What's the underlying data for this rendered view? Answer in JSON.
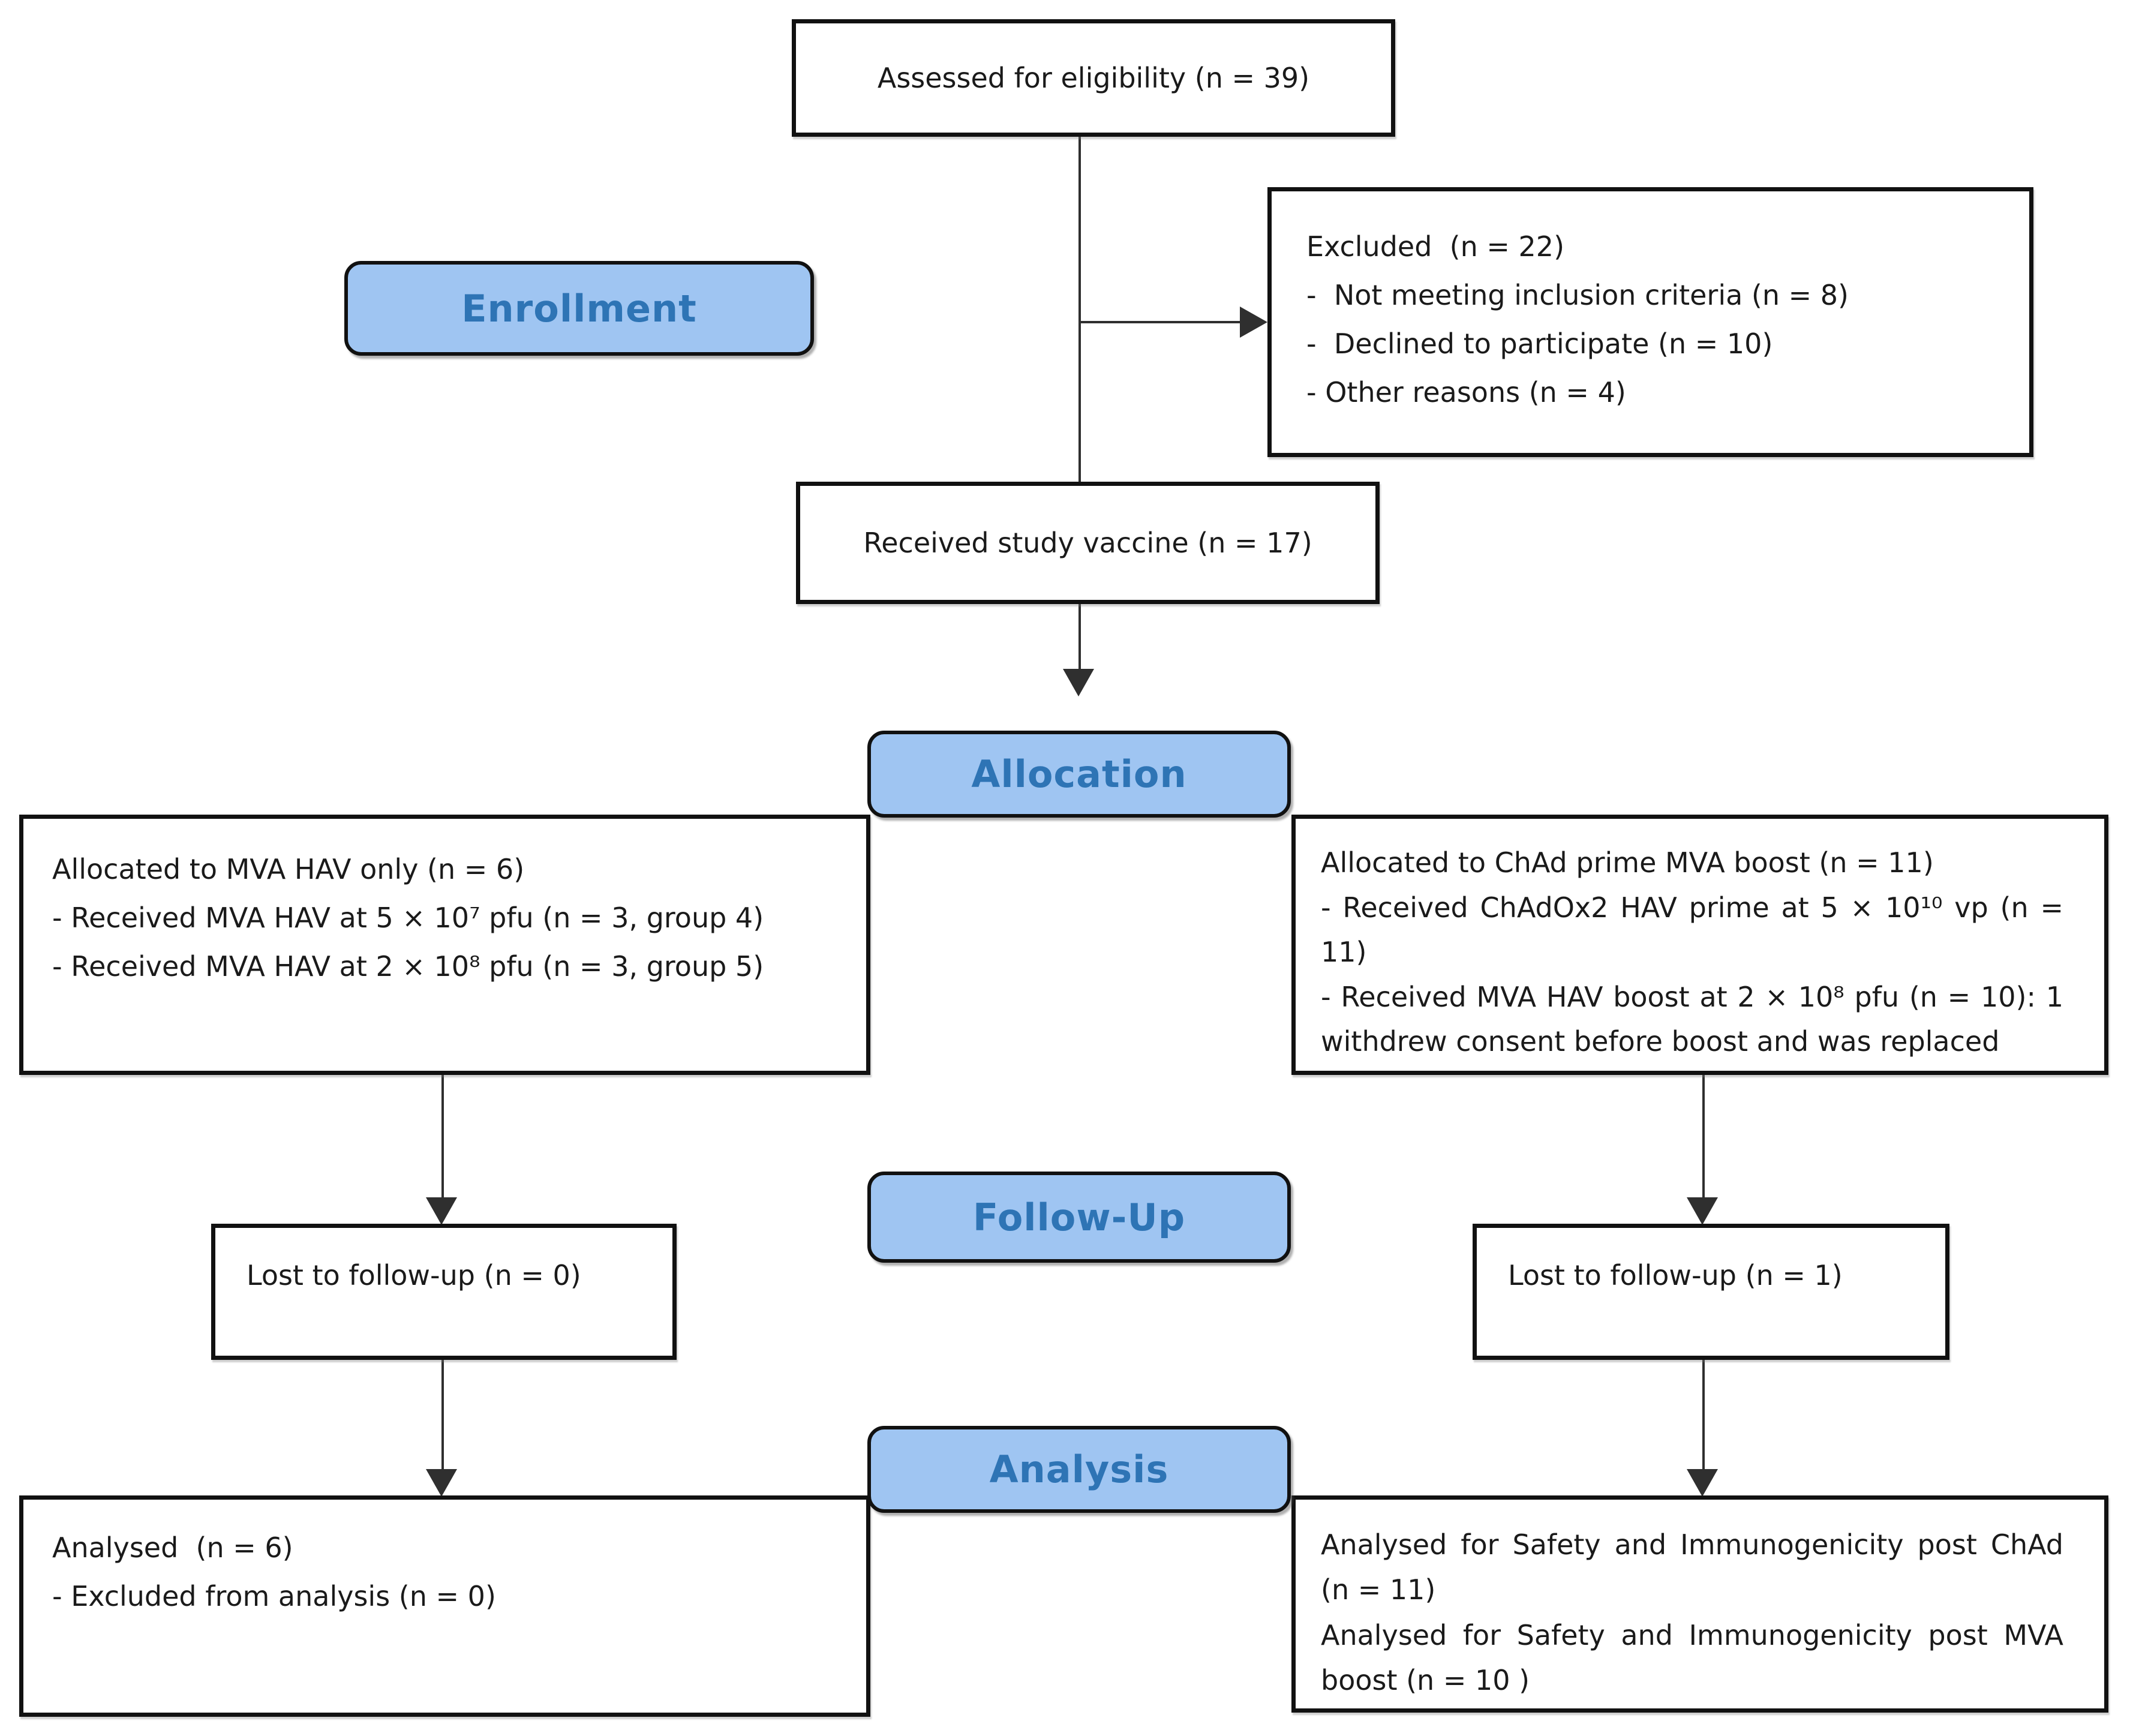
{
  "stages": {
    "enrollment": "Enrollment",
    "allocation": "Allocation",
    "followup": "Follow-Up",
    "analysis": "Analysis"
  },
  "boxes": {
    "assessed": {
      "text": "Assessed for eligibility (n = 39)"
    },
    "excluded": {
      "lines": [
        "Excluded  (n = 22)",
        "-  Not meeting inclusion criteria (n = 8)",
        "-  Declined to participate (n = 10)",
        "- Other reasons (n = 4)"
      ]
    },
    "received": {
      "text": "Received study vaccine (n = 17)"
    },
    "alloc_left": {
      "lines": [
        "Allocated to MVA HAV only (n = 6)",
        "- Received MVA HAV at 5 × 10⁷ pfu (n = 3, group 4)",
        "- Received MVA HAV at 2 × 10⁸ pfu (n = 3, group 5)"
      ]
    },
    "alloc_right": {
      "lines": [
        "Allocated to ChAd prime MVA boost (n = 11)",
        "- Received ChAdOx2 HAV prime at 5 × 10¹⁰ vp (n = 11)",
        "- Received MVA HAV boost at 2 × 10⁸ pfu (n = 10): 1 withdrew consent before boost and was replaced"
      ]
    },
    "lost_left": {
      "text": "Lost to follow-up (n = 0)"
    },
    "lost_right": {
      "text": "Lost to follow-up (n = 1)"
    },
    "analysed_left": {
      "lines": [
        "Analysed  (n = 6)",
        "- Excluded from analysis (n = 0)"
      ]
    },
    "analysed_right": {
      "lines": [
        "Analysed for Safety and Immunogenicity post ChAd (n = 11)",
        "Analysed for Safety and Immunogenicity post MVA boost (n = 10 )"
      ]
    }
  },
  "colors": {
    "stage_fill": "#9FC5F2",
    "stage_text": "#2E74B5",
    "box_border": "#111111",
    "line": "#2F2F2F",
    "text": "#1A1A1A",
    "background": "#FFFFFF"
  }
}
